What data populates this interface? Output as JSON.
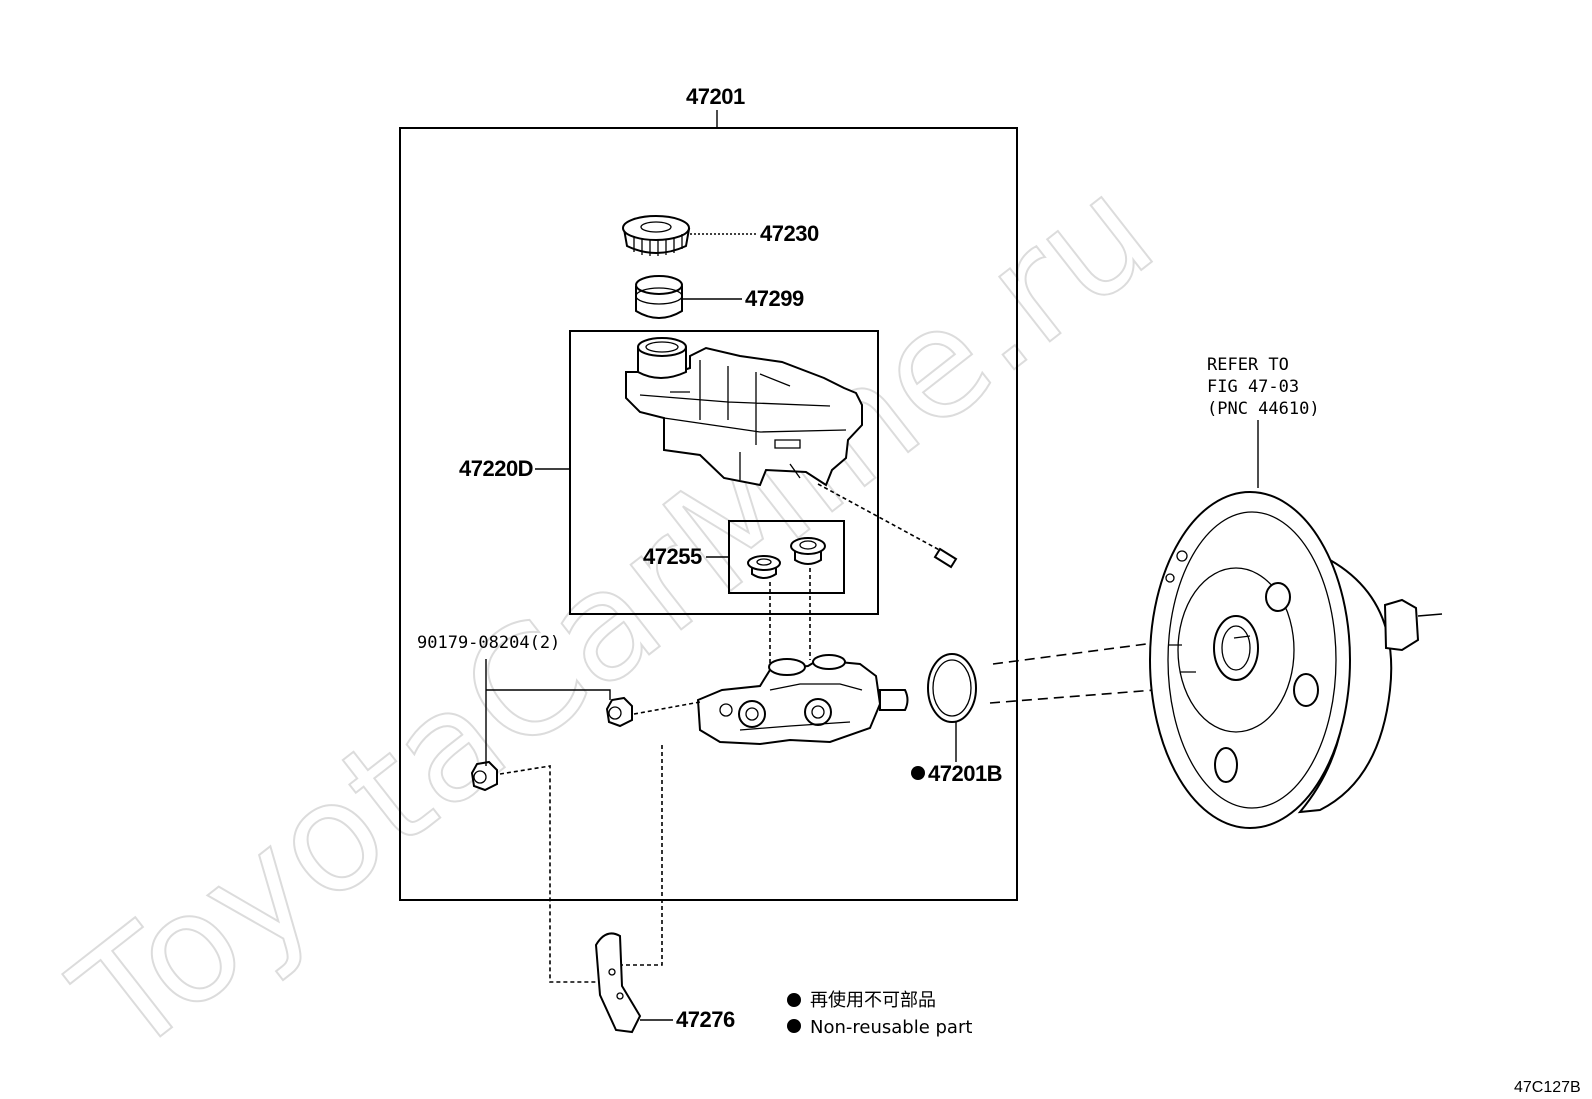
{
  "watermark": "ToyotaCarMine.ru",
  "parts": {
    "assembly": "47201",
    "cap": "47230",
    "strainer": "47299",
    "reservoir": "47220D",
    "grommet": "47255",
    "nut": "90179-08204(2)",
    "gasket": "47201B",
    "bracket": "47276"
  },
  "refer": {
    "line1": "REFER TO",
    "line2": "FIG 47-03",
    "line3": "(PNC 44610)"
  },
  "legend": {
    "jp": "再使用不可部品",
    "en": "Non-reusable part"
  },
  "figure_code": "47C127B",
  "colors": {
    "ink": "#000000",
    "watermark": "#dcdcdc",
    "background": "#ffffff"
  }
}
